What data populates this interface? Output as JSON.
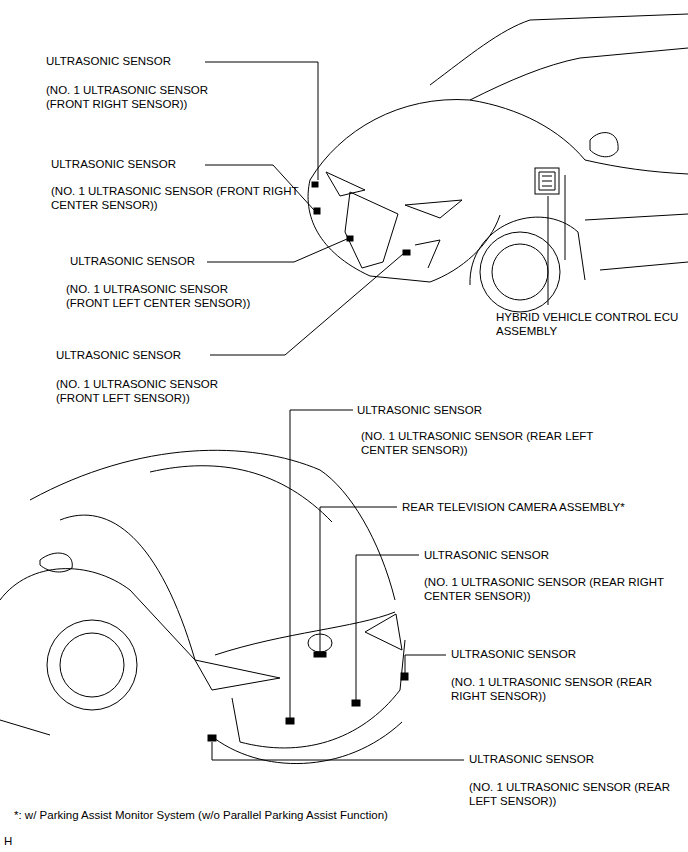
{
  "diagram": {
    "labels": [
      "ULTRASONIC SENSOR",
      "(NO. 1 ULTRASONIC SENSOR (FRONT RIGHT SENSOR))",
      "ULTRASONIC SENSOR",
      "(NO. 1 ULTRASONIC SENSOR (FRONT RIGHT CENTER SENSOR))",
      "ULTRASONIC SENSOR",
      "(NO. 1 ULTRASONIC SENSOR (FRONT LEFT CENTER SENSOR))",
      "ULTRASONIC SENSOR",
      "(NO. 1 ULTRASONIC SENSOR (FRONT LEFT SENSOR))",
      "HYBRID VEHICLE CONTROL ECU ASSEMBLY",
      "ULTRASONIC SENSOR",
      "(NO. 1 ULTRASONIC SENSOR (REAR LEFT CENTER SENSOR))",
      "REAR TELEVISION CAMERA ASSEMBLY*",
      "ULTRASONIC SENSOR",
      "(NO. 1 ULTRASONIC SENSOR (REAR RIGHT CENTER SENSOR))",
      "ULTRASONIC SENSOR",
      "(NO. 1 ULTRASONIC SENSOR (REAR RIGHT SENSOR))",
      "ULTRASONIC SENSOR",
      "(NO. 1 ULTRASONIC SENSOR (REAR LEFT SENSOR))",
      "*: w/ Parking Assist Monitor System (w/o Parallel Parking Assist Function)",
      "H"
    ]
  }
}
